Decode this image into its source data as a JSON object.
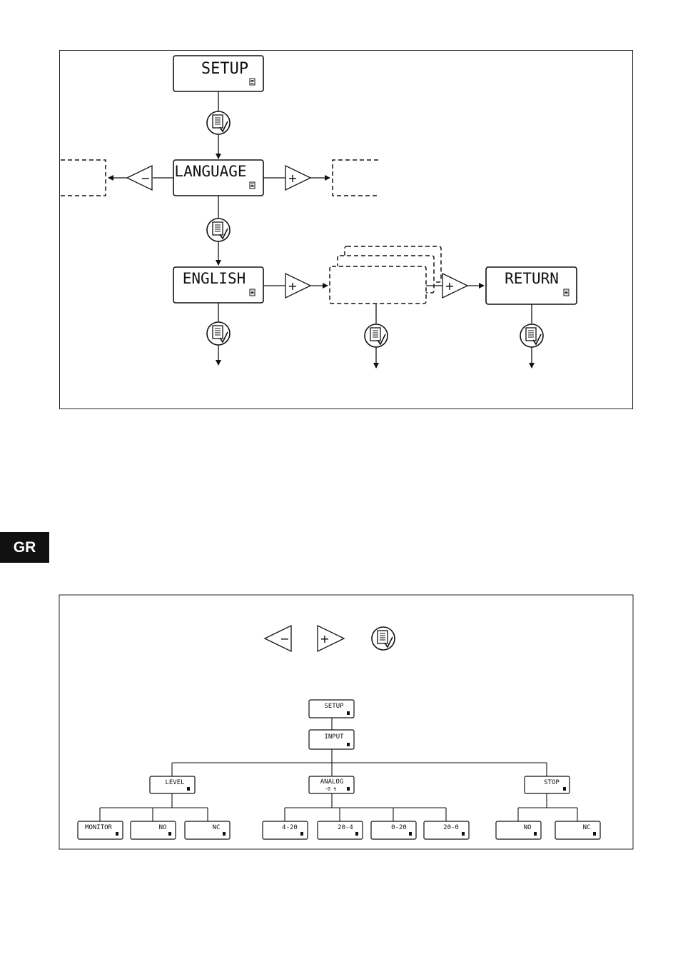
{
  "side_tab": {
    "label": "GR"
  },
  "flow_top": {
    "displays": {
      "setup": "SETUP",
      "language": "LANGUAGE",
      "english": "ENGLISH",
      "return": "RETURN"
    },
    "buttons": {
      "minus": "−",
      "plus": "+"
    }
  },
  "legend": {
    "minus": "−",
    "plus": "+"
  },
  "menu_tree": {
    "root": "SETUP",
    "input": "INPUT",
    "level": {
      "label": "LEVEL",
      "children": [
        "MONITOR",
        "NO",
        "NC"
      ]
    },
    "analog": {
      "label": "ANALOG",
      "sub_symbols": "-0 ↯",
      "children": [
        "4-20",
        "20-4",
        "0-20",
        "20-0"
      ]
    },
    "stop": {
      "label": "STOP",
      "children": [
        "NO",
        "NC"
      ]
    }
  },
  "colors": {
    "ink": "#111111",
    "page": "#ffffff",
    "tab": "#111111"
  }
}
